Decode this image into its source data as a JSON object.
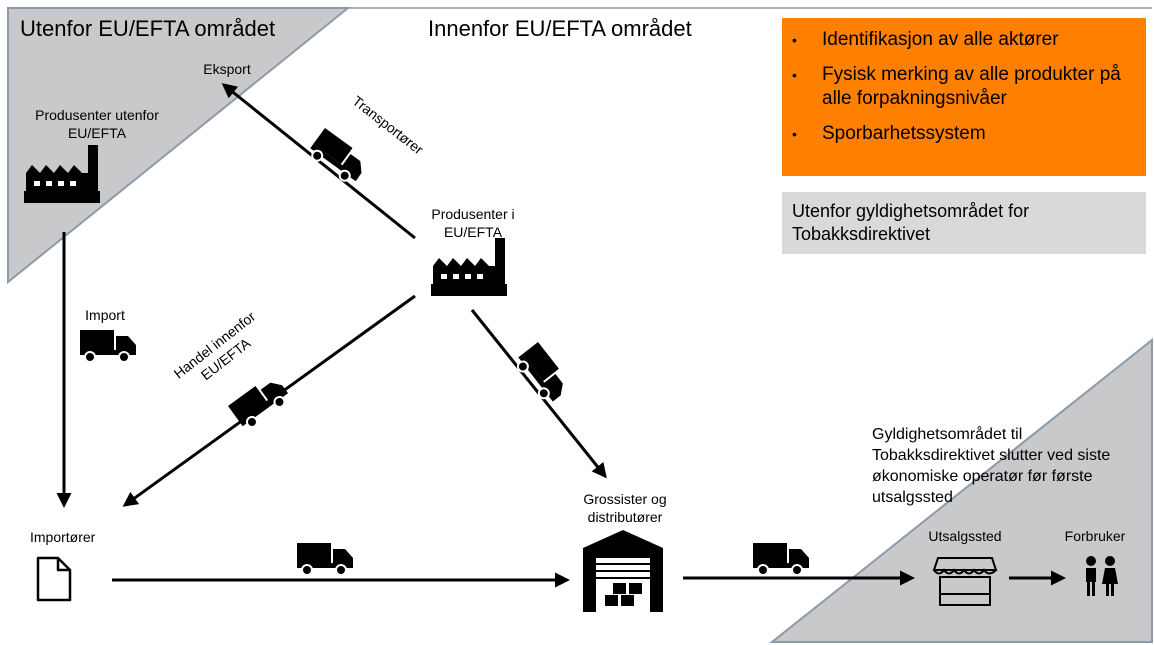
{
  "regions": {
    "outside_title": "Utenfor EU/EFTA området",
    "inside_title": "Innenfor EU/EFTA området"
  },
  "legend": {
    "orange_items": [
      "Identifikasjon av alle aktører",
      "Fysisk merking av alle produkter på alle forpakningsnivåer",
      "Sporbarhetssystem"
    ],
    "gray_text": "Utenfor gyldighetsområdet for Tobakksdirektivet",
    "colors": {
      "orange": "#ff8000",
      "gray": "#d9d9d9",
      "gray_region": "#c9c9cc"
    }
  },
  "nodes": {
    "producers_outside": "Produsenter utenfor EU/EFTA",
    "producers_inside": "Produsenter i EU/EFTA",
    "importers": "Importører",
    "wholesalers": "Grossister og distributører",
    "retail": "Utsalgssted",
    "consumer": "Forbruker"
  },
  "edges": {
    "export": "Eksport",
    "transport": "Transportører",
    "import": "Import",
    "intra_trade": "Handel innenfor EU/EFTA"
  },
  "note": "Gyldighetsområdet til Tobakksdirektivet slutter ved siste økonomiske operatør før første utsalgssted",
  "icons": [
    "factory-icon",
    "truck-icon",
    "document-icon",
    "warehouse-icon",
    "shop-icon",
    "people-icon"
  ]
}
